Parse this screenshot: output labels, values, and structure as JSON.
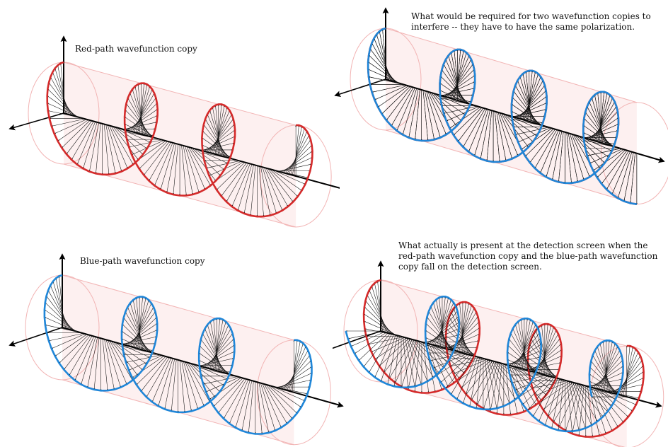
{
  "captions": {
    "red_path": "Red-path wavefunction copy",
    "interfere": "What would be required for two wavefunction copies to\ninterfere -- they have to have the same polarization.",
    "blue_path": "Blue-path wavefunction copy",
    "actual": "What actually is present at the detection screen when the\nred-path wavefunction copy and the blue-path wavefunction\ncopy fall on the detection screen."
  },
  "colors": {
    "red_path": "#d42a2a",
    "blue_path": "#1f86d8",
    "cylinder": "#f2b4b4",
    "cylinder_fill": "#fdf0f0",
    "arrows": "#111111",
    "axes": "#000000"
  },
  "panels": [
    {
      "id": "red",
      "helices": [
        "red"
      ],
      "phase_deg": 0
    },
    {
      "id": "interfere",
      "helices": [
        "red",
        "blue"
      ],
      "phase_deg": 0
    },
    {
      "id": "blue",
      "helices": [
        "blue"
      ],
      "phase_deg": 90
    },
    {
      "id": "actual",
      "helices": [
        "red",
        "blue"
      ],
      "phase_deg": 90
    }
  ]
}
